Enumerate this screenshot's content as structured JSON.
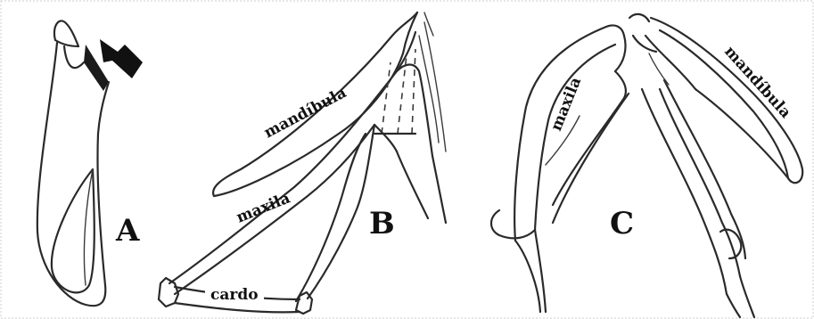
{
  "panels": {
    "a": {
      "letter": "A"
    },
    "b": {
      "letter": "B",
      "labels": {
        "mandible": "mandíbula",
        "maxilla": "maxila",
        "cardo": "cardo"
      }
    },
    "c": {
      "letter": "C",
      "labels": {
        "maxilla": "maxila",
        "mandible": "mandíbula"
      }
    }
  },
  "colors": {
    "ink": "#111111",
    "background": "#ffffff",
    "arrow": "#111111"
  },
  "icons": {
    "pointer": "arrow-icon"
  }
}
